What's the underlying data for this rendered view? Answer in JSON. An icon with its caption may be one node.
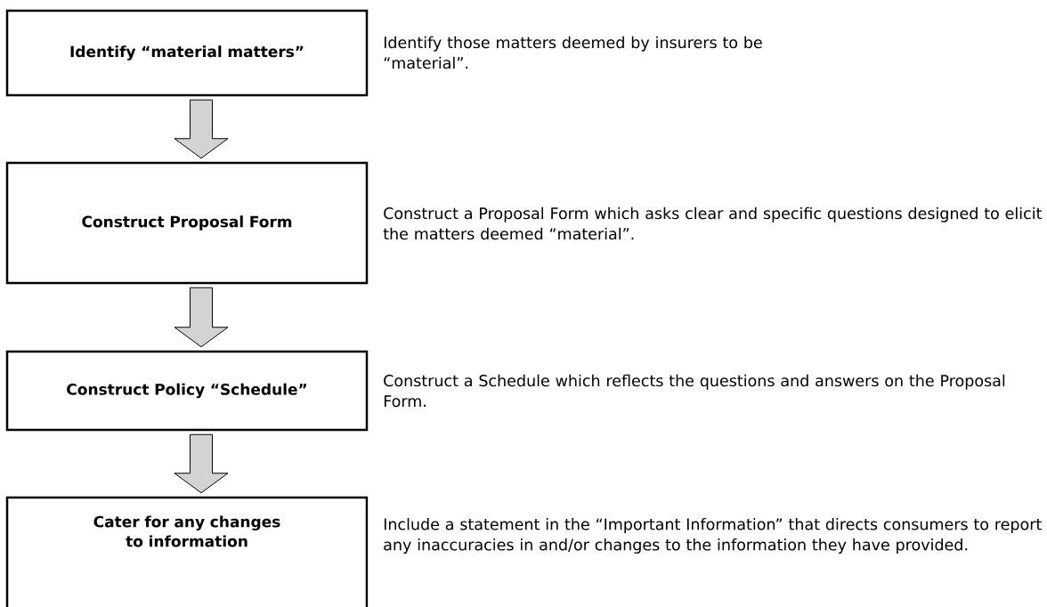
{
  "diagram": {
    "nodes": [
      {
        "text": [
          "Identify “material matters”"
        ],
        "beside": [
          "Identify those matters deemed by insurers to be “material”."
        ]
      },
      {
        "text": [
          "Construct Proposal Form"
        ],
        "beside": [
          "Construct a Proposal Form which asks clear and specific questions designed to elicit the matters deemed “material”."
        ]
      },
      {
        "text": [
          "Construct Policy “Schedule”"
        ],
        "beside": [
          "Construct a Schedule which reflects the questions and answers on the Proposal Form."
        ]
      },
      {
        "text": [
          "Cater for any changes to information"
        ],
        "beside": [
          "Include a statement in the “Important Information” that directs consumers to report any inaccuracies in and/or changes to the information they have provided."
        ]
      }
    ],
    "edges": [
      {
        "from": 0,
        "to": 1,
        "arrow": "to"
      },
      {
        "from": 1,
        "to": 2,
        "arrow": "to"
      },
      {
        "from": 2,
        "to": 3,
        "arrow": "to"
      }
    ]
  }
}
